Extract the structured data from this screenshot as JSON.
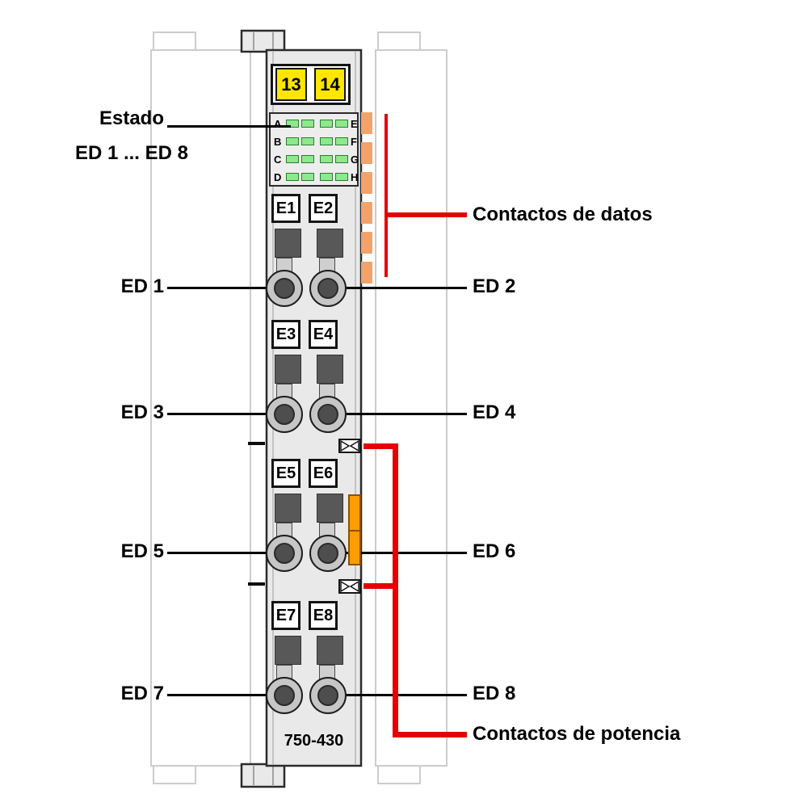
{
  "device": {
    "model": "750-430",
    "terminal_numbers": [
      "13",
      "14"
    ],
    "led_rows": [
      {
        "left_letter": "A",
        "right_letter": "E"
      },
      {
        "left_letter": "B",
        "right_letter": "F"
      },
      {
        "left_letter": "C",
        "right_letter": "G"
      },
      {
        "left_letter": "D",
        "right_letter": "H"
      }
    ],
    "channels": [
      {
        "left_box": "E1",
        "right_box": "E2",
        "left_label": "ED 1",
        "right_label": "ED 2"
      },
      {
        "left_box": "E3",
        "right_box": "E4",
        "left_label": "ED 3",
        "right_label": "ED 4"
      },
      {
        "left_box": "E5",
        "right_box": "E6",
        "left_label": "ED 5",
        "right_label": "ED 6"
      },
      {
        "left_box": "E7",
        "right_box": "E8",
        "left_label": "ED 7",
        "right_label": "ED 8"
      }
    ]
  },
  "annotations": {
    "estado": "Estado",
    "ed_range": "ED 1 ... ED 8",
    "data_contacts": "Contactos de datos",
    "power_contacts": "Contactos de potencia"
  },
  "colors": {
    "annotation_red": "#e60000",
    "terminal_yellow": "#ffe600",
    "led_green": "#8ee88e",
    "data_contact_orange": "#f2a36b",
    "latch_orange": "#ff9d00",
    "device_body_gray": "#e9e9e9",
    "contact_dark_gray": "#585858"
  }
}
